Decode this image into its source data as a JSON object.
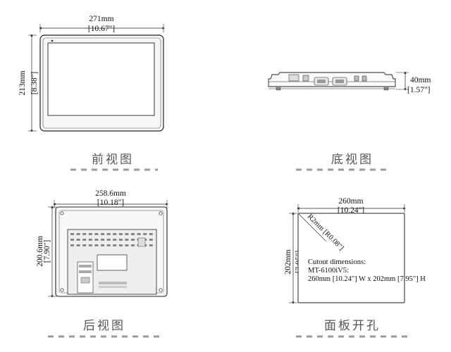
{
  "front": {
    "width_mm": "271mm",
    "width_in": "[10.67\"]",
    "height_mm": "213mm",
    "height_in": "[8.38\"]",
    "caption": "前视图"
  },
  "bottom": {
    "depth_mm": "40mm",
    "depth_in": "[1.57\"]",
    "caption": "底视图"
  },
  "rear": {
    "width_mm": "258.6mm",
    "width_in": "[10.18\"]",
    "height_mm": "200.6mm",
    "height_in": "[7.90\"]",
    "caption": "后视图"
  },
  "cutout": {
    "width_mm": "260mm",
    "width_in": "[10.24\"]",
    "height_mm": "202mm",
    "height_in": "[7.95\"]",
    "radius": "R2mm [R0.08\"]",
    "note_title": "Cutout dimensions:",
    "note_model": "MT-6100iV5:",
    "note_size": "260mm [10.24\"] W x 202mm [7.95\"] H",
    "caption": "面板开孔"
  },
  "colors": {
    "caption_dash": "#9a9a9a",
    "line": "#222222",
    "panel_fill": "#f4f4f4"
  }
}
